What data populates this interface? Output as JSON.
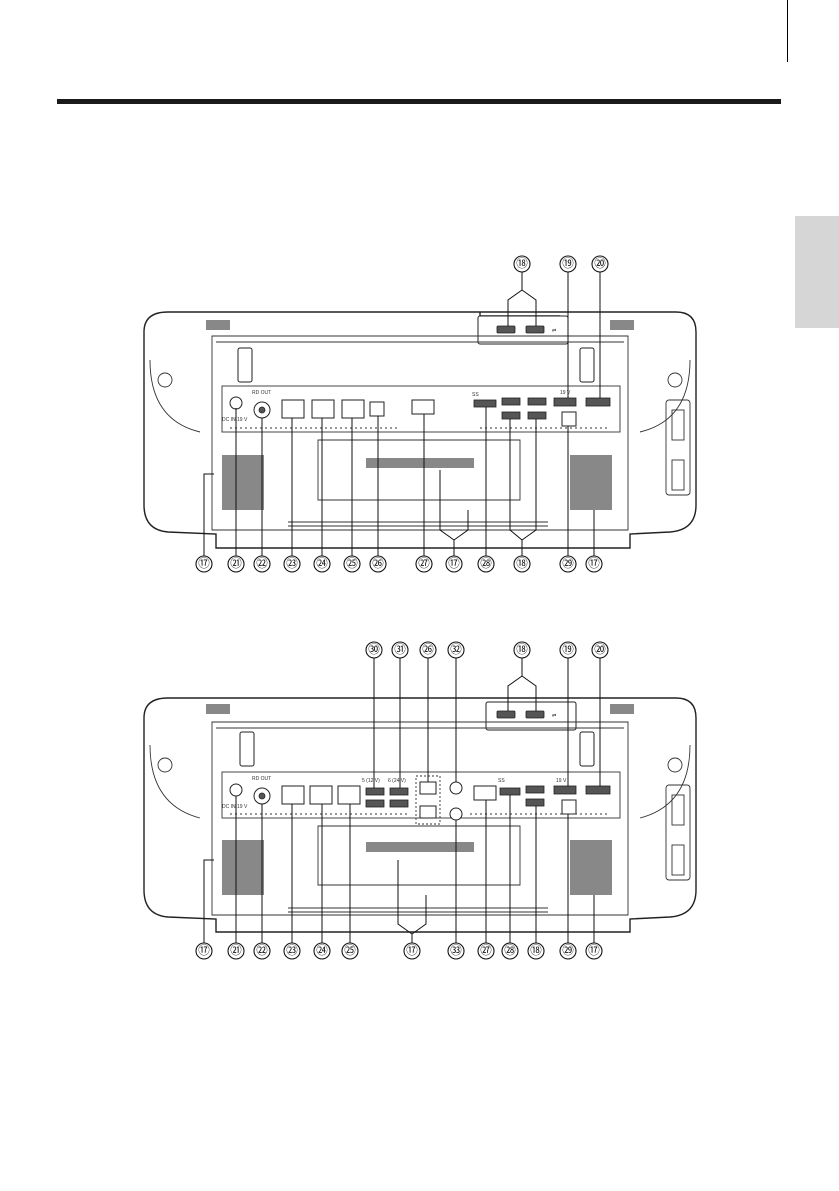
{
  "colors": {
    "rule": "#1a1a1a",
    "tab": "#d6d6d6",
    "line": "#222222"
  },
  "diagram_top": {
    "callouts_top": [
      "⑱",
      "⑲",
      "⑳"
    ],
    "callouts_bottom": [
      "⑰",
      "㉑",
      "㉒",
      "㉓",
      "㉔",
      "㉕",
      "㉖",
      "㉗",
      "⑰",
      "㉘",
      "⑱",
      "㉙",
      "⑰"
    ],
    "port_labels": [
      "DC IN 19 V",
      "RD OUT",
      "SS",
      "19 V"
    ]
  },
  "diagram_bottom": {
    "callouts_top": [
      "㉚",
      "㉛",
      "㉖",
      "㉜",
      "⑱",
      "⑲",
      "⑳"
    ],
    "callouts_bottom": [
      "⑰",
      "㉑",
      "㉒",
      "㉓",
      "㉔",
      "㉕",
      "⑰",
      "㉝",
      "㉗",
      "㉘",
      "⑱",
      "㉙",
      "⑰"
    ],
    "port_labels": [
      "DC IN 19 V",
      "RD OUT",
      "5 (12 V)",
      "6 (24 V)",
      "SS",
      "19 V"
    ]
  }
}
